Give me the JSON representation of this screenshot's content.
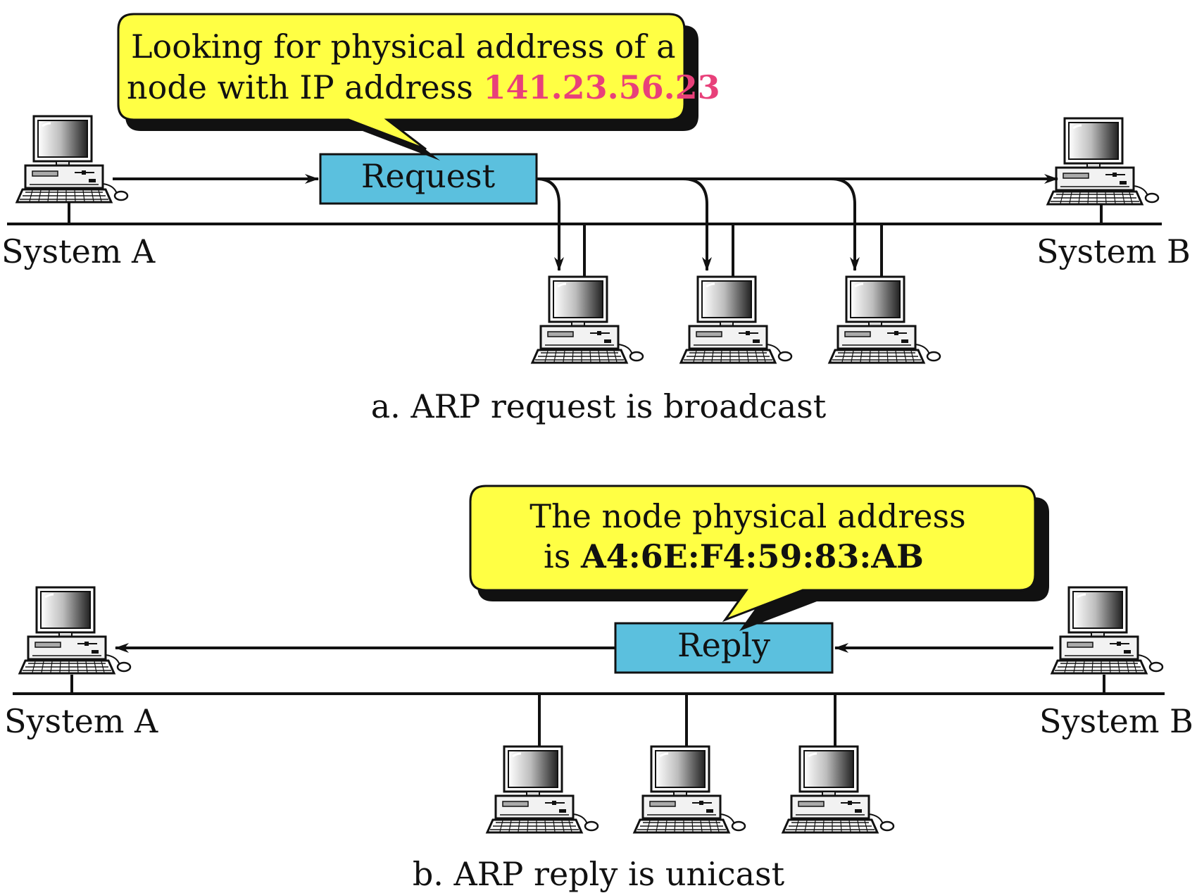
{
  "panel_a": {
    "bubble_line1": "Looking for physical address of a",
    "bubble_line2_prefix": "node with IP address ",
    "bubble_ip": "141.23.56.23",
    "packet_label": "Request",
    "system_a_label": "System A",
    "system_b_label": "System B",
    "caption": "a. ARP request is broadcast"
  },
  "panel_b": {
    "bubble_line1": "The node physical address",
    "bubble_line2_prefix": "is ",
    "bubble_mac": "A4:6E:F4:59:83:AB",
    "packet_label": "Reply",
    "system_a_label": "System A",
    "system_b_label": "System B",
    "caption": "b. ARP reply is unicast"
  },
  "colors": {
    "bubble_fill": "#ffff44",
    "packet_fill": "#5bc0de",
    "ip_color": "#e8407a",
    "line": "#111111"
  },
  "icons": [
    "computer-icon"
  ]
}
